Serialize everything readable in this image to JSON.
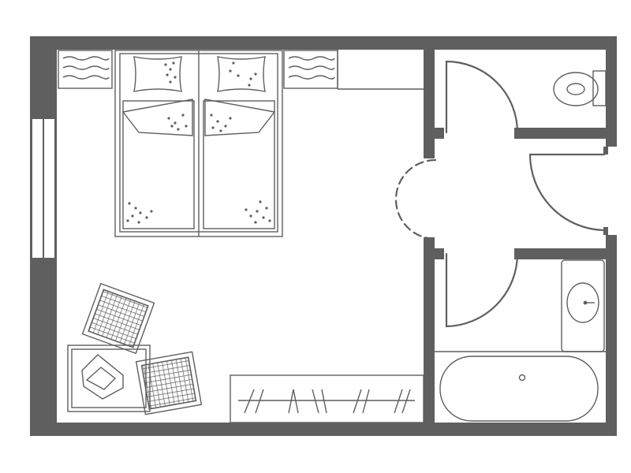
{
  "plan": {
    "wall_color": "#5f5f5f",
    "line_color": "#5f5f5f",
    "background": "#ffffff",
    "rooms": [
      "bedroom",
      "toilet",
      "hallway",
      "bathroom"
    ],
    "fixtures": [
      "double-bed",
      "pillow",
      "pillow",
      "nightstand",
      "nightstand",
      "desk",
      "desk-chair",
      "armchair",
      "armchair",
      "wardrobe",
      "toilet",
      "sink",
      "bathtub",
      "window",
      "door",
      "door",
      "door",
      "door"
    ]
  }
}
